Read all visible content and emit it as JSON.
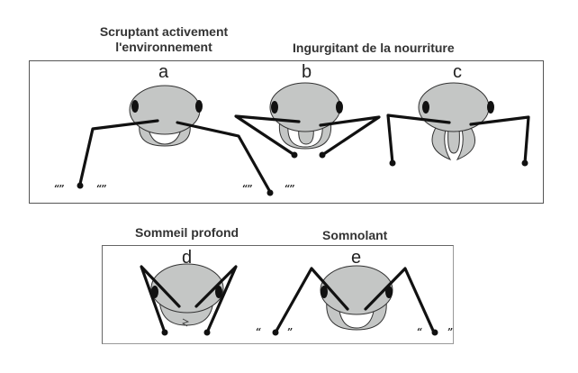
{
  "headings": {
    "a": [
      "Scruptant activement",
      "l'environnement"
    ],
    "bc": "Ingurgitant de la nourriture",
    "d": "Sommeil profond",
    "e": "Somnolant"
  },
  "letters": {
    "a": "a",
    "b": "b",
    "c": "c",
    "d": "d",
    "e": "e"
  },
  "movement_marks": {
    "a_left_outer": "“”",
    "a_left_inner": "“”",
    "a_right_inner": "“”",
    "a_right_outer": "“”",
    "e_left_open": "“",
    "e_left_close": "”",
    "e_right_open": "“",
    "e_right_close": "”"
  },
  "colors": {
    "head_fill": "#c4c6c5",
    "mouth_fill": "#ffffff",
    "line": "#111111",
    "panel_border": "#555555"
  }
}
